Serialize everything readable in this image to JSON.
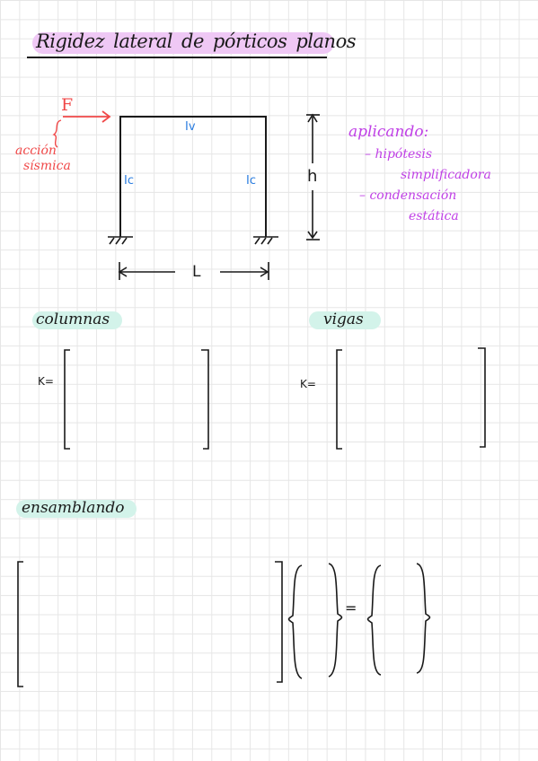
{
  "title": {
    "words": [
      "Rigidez",
      "lateral",
      "de",
      "pórticos",
      "planos"
    ],
    "highlight_color": "#efc8f5"
  },
  "diagram": {
    "force_label": "F",
    "seismic_label_line1": "acción",
    "seismic_label_line2": "sísmica",
    "beam_inertia": "Iv",
    "column_inertia_left": "Ic",
    "column_inertia_right": "Ic",
    "height_label": "h",
    "length_label": "L",
    "colors": {
      "force": "#f04848",
      "inertia": "#2b7de0",
      "annotation": "#c040e6"
    }
  },
  "notes": {
    "heading": "aplicando:",
    "item1_line1": "– hipótesis",
    "item1_line2": "simplificadora",
    "item2_line1": "– condensación",
    "item2_line2": "estática"
  },
  "columns_section": {
    "heading": "columnas",
    "k_label": "K="
  },
  "beams_section": {
    "heading": "vigas",
    "k_label": "K="
  },
  "assembly_section": {
    "heading": "ensamblando",
    "equals": "="
  },
  "section_highlight_color": "#d3f3ea"
}
